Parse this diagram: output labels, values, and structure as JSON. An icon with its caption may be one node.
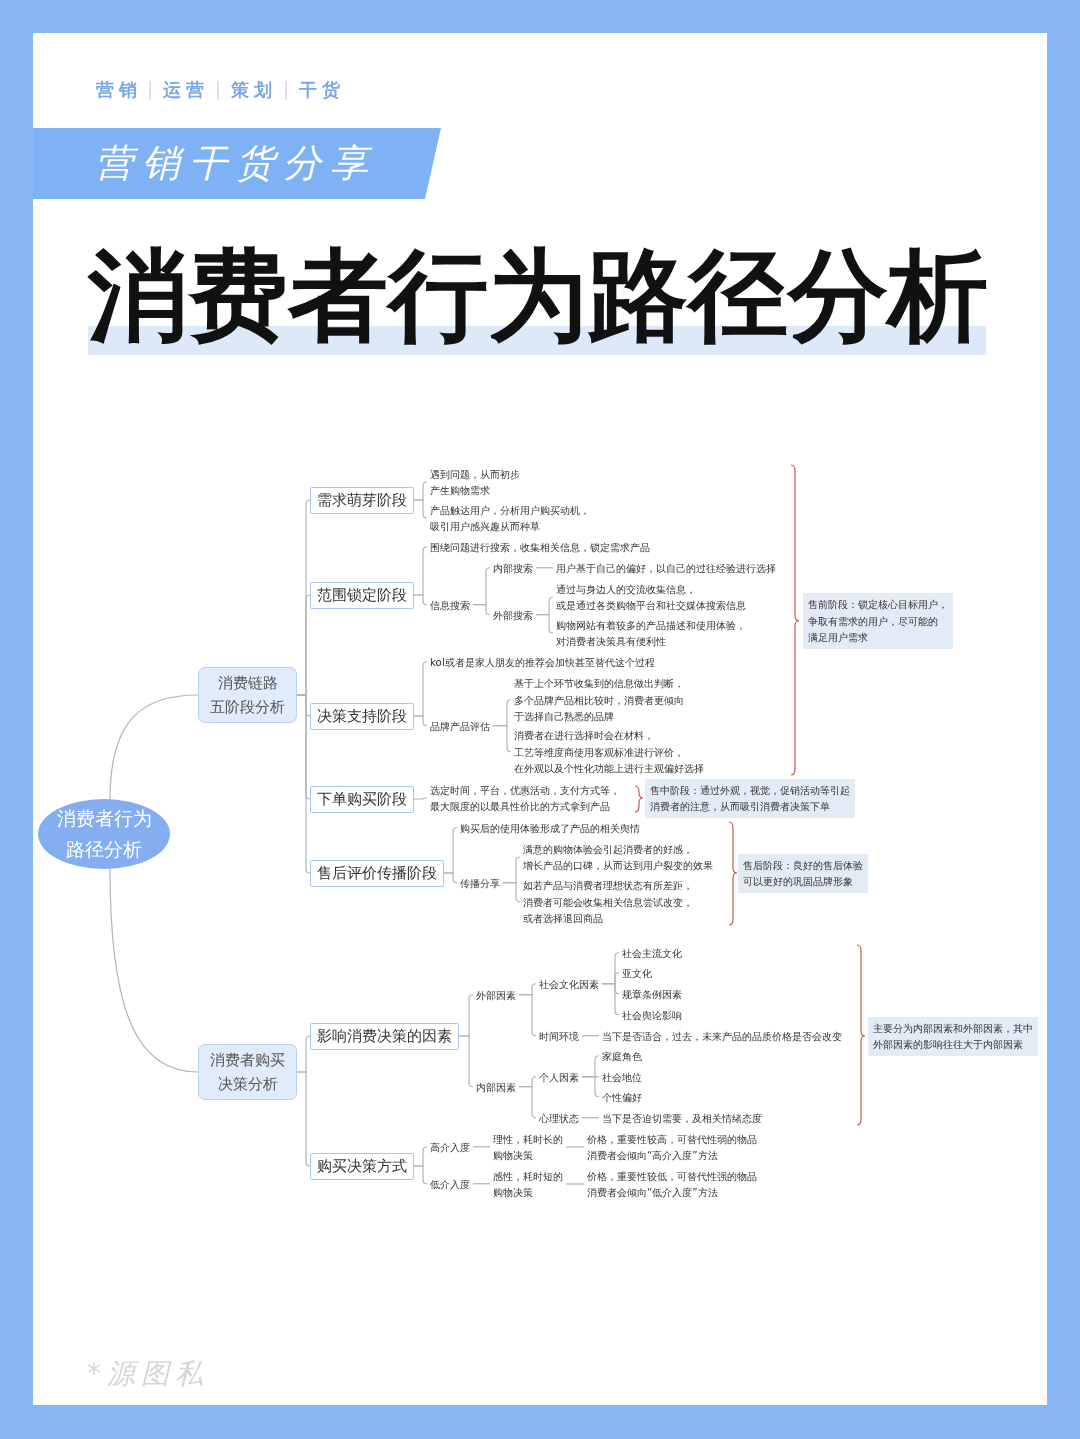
{
  "diagram": {
    "title": "消费者行为路径分析",
    "nodes": [
      {
        "text": [
          "营销干货分享"
        ]
      },
      {
        "text": [
          "消费者行为路径分析"
        ]
      },
      {
        "text": [
          "消费链路五阶段分析"
        ]
      },
      {
        "text": [
          "需求萌芽阶段"
        ]
      },
      {
        "text": [
          "遇到问题，从而初步产生购物需求"
        ]
      },
      {
        "text": [
          "产品触达用户，分析用户购买动机，吸引用户感兴趣从而种草"
        ]
      },
      {
        "text": [
          "范围锁定阶段"
        ]
      },
      {
        "text": [
          "围绕问题进行搜索，收集相关信息，锁定需求产品"
        ]
      },
      {
        "text": [
          "信息搜索"
        ]
      },
      {
        "text": [
          "内部搜索"
        ]
      },
      {
        "text": [
          "用户基于自己的偏好，以自己的过往经验进行选择"
        ]
      },
      {
        "text": [
          "外部搜索"
        ]
      },
      {
        "text": [
          "通过与身边人的交流收集信息，或是通过各类购物平台和社交媒体搜索信息"
        ]
      },
      {
        "text": [
          "购物网站有着较多的产品描述和使用体验，对消费者决策具有便利性"
        ]
      },
      {
        "text": [
          "决策支持阶段"
        ]
      },
      {
        "text": [
          "kol或者是家人朋友的推荐会加快甚至替代这个过程"
        ]
      },
      {
        "text": [
          "品牌产品评估"
        ]
      },
      {
        "text": [
          "基于上个环节收集到的信息做出判断，多个品牌产品相比较时，消费者更倾向于选择自己熟悉的品牌"
        ]
      },
      {
        "text": [
          "消费者在进行选择时会在材料，工艺等维度商使用客观标准进行评价，在外观以及个性化功能上进行主观偏好选择"
        ]
      },
      {
        "text": [
          "售前阶段：锁定核心目标用户，争取有需求的用户，尽可能的满足用户需求"
        ]
      },
      {
        "text": [
          "下单购买阶段"
        ]
      },
      {
        "text": [
          "选定时间，平台，优惠活动，支付方式等，最大限度的以最具性价比的方式拿到产品"
        ]
      },
      {
        "text": [
          "售中阶段：通过外观，视觉，促销活动等引起消费者的注意，从而吸引消费者决策下单"
        ]
      },
      {
        "text": [
          "售后评价传播阶段"
        ]
      },
      {
        "text": [
          "购买后的使用体验形成了产品的相关舆情"
        ]
      },
      {
        "text": [
          "传播分享"
        ]
      },
      {
        "text": [
          "满意的购物体验会引起消费者的好感，增长产品的口碑，从而达到用户裂变的效果"
        ]
      },
      {
        "text": [
          "如若产品与消费者理想状态有所差距，消费者可能会收集相关信息尝试改变，或者选择退回商品"
        ]
      },
      {
        "text": [
          "售后阶段：良好的售后体验可以更好的巩固品牌形象"
        ]
      },
      {
        "text": [
          "消费者购买决策分析"
        ]
      },
      {
        "text": [
          "影响消费决策的因素"
        ]
      },
      {
        "text": [
          "外部因素"
        ]
      },
      {
        "text": [
          "社会文化因素"
        ]
      },
      {
        "text": [
          "社会主流文化"
        ]
      },
      {
        "text": [
          "亚文化"
        ]
      },
      {
        "text": [
          "规章条例因素"
        ]
      },
      {
        "text": [
          "社会舆论影响"
        ]
      },
      {
        "text": [
          "时间环境"
        ]
      },
      {
        "text": [
          "当下是否适合，过去，未来产品的品质价格是否会改变"
        ]
      },
      {
        "text": [
          "内部因素"
        ]
      },
      {
        "text": [
          "个人因素"
        ]
      },
      {
        "text": [
          "家庭角色"
        ]
      },
      {
        "text": [
          "社会地位"
        ]
      },
      {
        "text": [
          "个性偏好"
        ]
      },
      {
        "text": [
          "心理状态"
        ]
      },
      {
        "text": [
          "当下是否迫切需要，及相关情绪态度"
        ]
      },
      {
        "text": [
          "主要分为内部因素和外部因素，其中外部因素的影响往往大于内部因素"
        ]
      },
      {
        "text": [
          "购买决策方式"
        ]
      },
      {
        "text": [
          "高介入度"
        ]
      },
      {
        "text": [
          "理性，耗时长的购物决策"
        ]
      },
      {
        "text": [
          "价格，重要性较高，可替代性弱的物品消费者会倾向“高介入度”方法"
        ]
      },
      {
        "text": [
          "低介入度"
        ]
      },
      {
        "text": [
          "感性，耗时短的购物决策"
        ]
      },
      {
        "text": [
          "价格，重要性较低，可替代性强的物品消费者会倾向“低介入度”方法"
        ]
      }
    ],
    "edges": [
      {
        "from": 1,
        "to": 2,
        "arrow": "none"
      },
      {
        "from": 1,
        "to": 29,
        "arrow": "none"
      },
      {
        "from": 2,
        "to": 3,
        "arrow": "none"
      },
      {
        "from": 2,
        "to": 6,
        "arrow": "none"
      },
      {
        "from": 2,
        "to": 14,
        "arrow": "none"
      },
      {
        "from": 2,
        "to": 20,
        "arrow": "none"
      },
      {
        "from": 2,
        "to": 23,
        "arrow": "none"
      },
      {
        "from": 3,
        "to": 4,
        "arrow": "none"
      },
      {
        "from": 3,
        "to": 5,
        "arrow": "none"
      },
      {
        "from": 6,
        "to": 7,
        "arrow": "none"
      },
      {
        "from": 6,
        "to": 8,
        "arrow": "none"
      },
      {
        "from": 8,
        "to": 9,
        "arrow": "none"
      },
      {
        "from": 8,
        "to": 11,
        "arrow": "none"
      },
      {
        "from": 9,
        "to": 10,
        "arrow": "none"
      },
      {
        "from": 11,
        "to": 12,
        "arrow": "none"
      },
      {
        "from": 11,
        "to": 13,
        "arrow": "none"
      },
      {
        "from": 14,
        "to": 15,
        "arrow": "none"
      },
      {
        "from": 14,
        "to": 16,
        "arrow": "none"
      },
      {
        "from": 16,
        "to": 17,
        "arrow": "none"
      },
      {
        "from": 16,
        "to": 18,
        "arrow": "none"
      },
      {
        "from": 20,
        "to": 21,
        "arrow": "none"
      },
      {
        "from": 23,
        "to": 24,
        "arrow": "none"
      },
      {
        "from": 23,
        "to": 25,
        "arrow": "none"
      },
      {
        "from": 25,
        "to": 26,
        "arrow": "none"
      },
      {
        "from": 25,
        "to": 27,
        "arrow": "none"
      },
      {
        "from": 29,
        "to": 30,
        "arrow": "none"
      },
      {
        "from": 29,
        "to": 47,
        "arrow": "none"
      },
      {
        "from": 30,
        "to": 31,
        "arrow": "none"
      },
      {
        "from": 30,
        "to": 39,
        "arrow": "none"
      },
      {
        "from": 31,
        "to": 32,
        "arrow": "none"
      },
      {
        "from": 31,
        "to": 37,
        "arrow": "none"
      },
      {
        "from": 32,
        "to": 33,
        "arrow": "none"
      },
      {
        "from": 32,
        "to": 34,
        "arrow": "none"
      },
      {
        "from": 32,
        "to": 35,
        "arrow": "none"
      },
      {
        "from": 32,
        "to": 36,
        "arrow": "none"
      },
      {
        "from": 37,
        "to": 38,
        "arrow": "none"
      },
      {
        "from": 39,
        "to": 40,
        "arrow": "none"
      },
      {
        "from": 39,
        "to": 44,
        "arrow": "none"
      },
      {
        "from": 40,
        "to": 41,
        "arrow": "none"
      },
      {
        "from": 40,
        "to": 42,
        "arrow": "none"
      },
      {
        "from": 40,
        "to": 43,
        "arrow": "none"
      },
      {
        "from": 44,
        "to": 45,
        "arrow": "none"
      },
      {
        "from": 47,
        "to": 48,
        "arrow": "none"
      },
      {
        "from": 47,
        "to": 51,
        "arrow": "none"
      },
      {
        "from": 48,
        "to": 49,
        "arrow": "none"
      },
      {
        "from": 49,
        "to": 50,
        "arrow": "none"
      },
      {
        "from": 51,
        "to": 52,
        "arrow": "none"
      },
      {
        "from": 52,
        "to": 53,
        "arrow": "none"
      }
    ],
    "labels": [
      "营销",
      "运营",
      "策划",
      "干货",
      "*源图私"
    ]
  }
}
